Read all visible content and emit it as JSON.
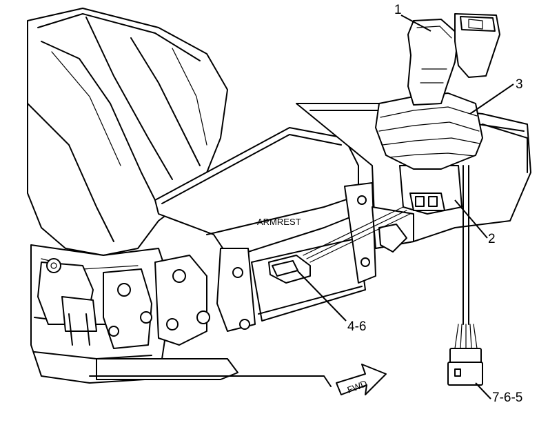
{
  "diagram": {
    "callouts": {
      "c1": "1",
      "c2": "2",
      "c3": "3",
      "c4": "4-6",
      "c5": "7-6-5"
    },
    "labels": {
      "armrest": "ARMREST",
      "fwd": "FWD"
    }
  }
}
